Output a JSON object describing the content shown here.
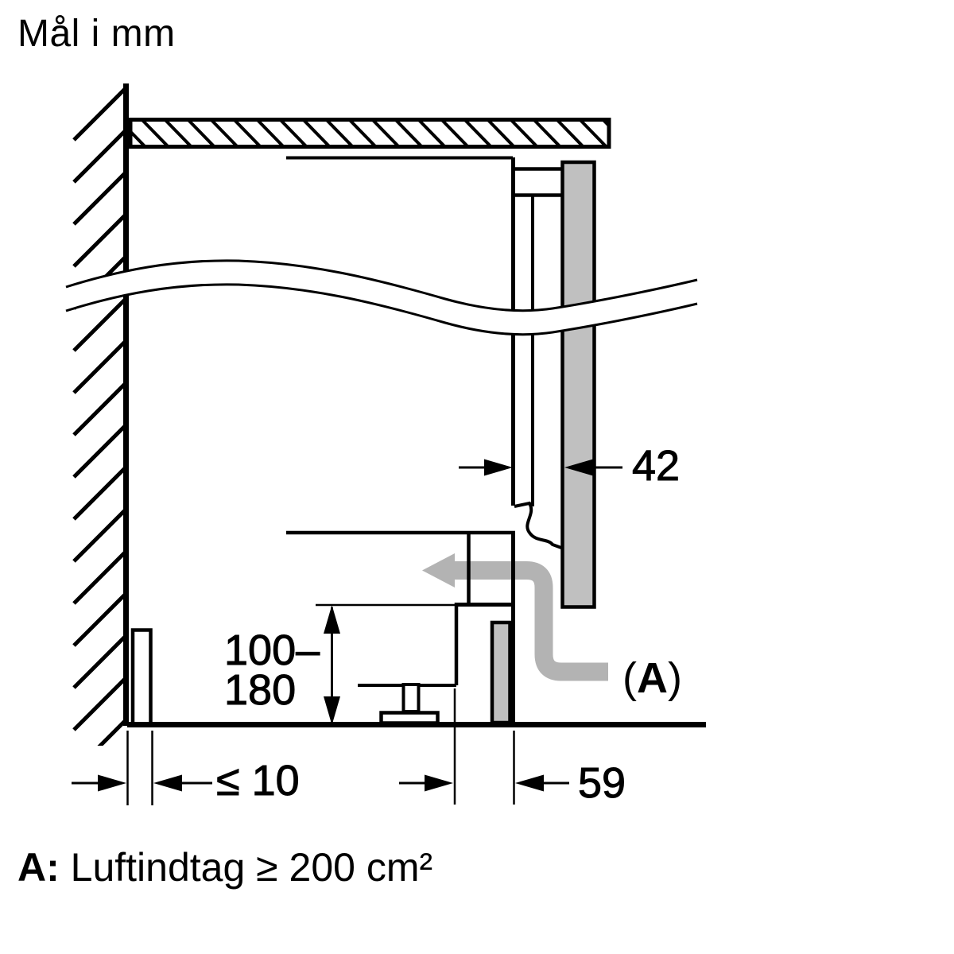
{
  "title": "Mål i mm",
  "diagram": {
    "dim_panel_thickness": "42",
    "dim_plinth_height_line1": "100–",
    "dim_plinth_height_line2": "180",
    "dim_wall_gap": "≤ 10",
    "dim_plinth_recess": "59",
    "air_inlet_ref_open": "(",
    "air_inlet_ref_letter": "A",
    "air_inlet_ref_close": ")"
  },
  "footnote": {
    "prefix": "A:",
    "text": " Luftindtag ≥ 200 cm²"
  },
  "colors": {
    "line": "#000000",
    "background": "#ffffff",
    "panel_gray": "#c0c0c0",
    "arrow_gray": "#b3b3b3"
  }
}
